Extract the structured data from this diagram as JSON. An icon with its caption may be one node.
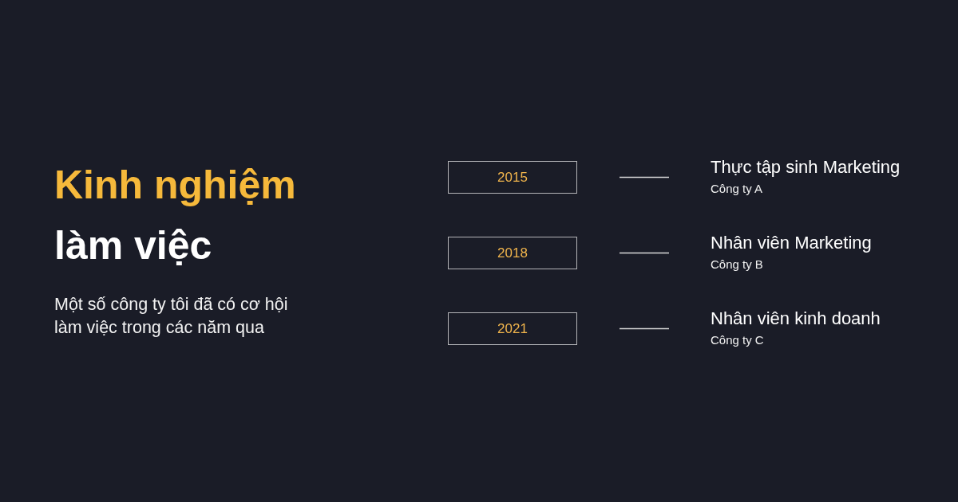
{
  "diagram": {
    "title": "Kinh nghiệm làm việc",
    "nodes": [
      {
        "text": [
          "2015"
        ]
      },
      {
        "text": [
          "Thực tập sinh Marketing",
          "Công ty A"
        ]
      },
      {
        "text": [
          "2018"
        ]
      },
      {
        "text": [
          "Nhân viên Marketing",
          "Công ty B"
        ]
      },
      {
        "text": [
          "2021"
        ]
      },
      {
        "text": [
          "Nhân viên kinh doanh",
          "Công ty C"
        ]
      }
    ],
    "edges": [
      {
        "from": 0,
        "to": 1,
        "arrow": "none"
      },
      {
        "from": 2,
        "to": 3,
        "arrow": "none"
      },
      {
        "from": 4,
        "to": 5,
        "arrow": "none"
      }
    ],
    "labels": [
      "Một số công ty tôi đã có cơ hội làm việc trong các năm qua"
    ]
  }
}
